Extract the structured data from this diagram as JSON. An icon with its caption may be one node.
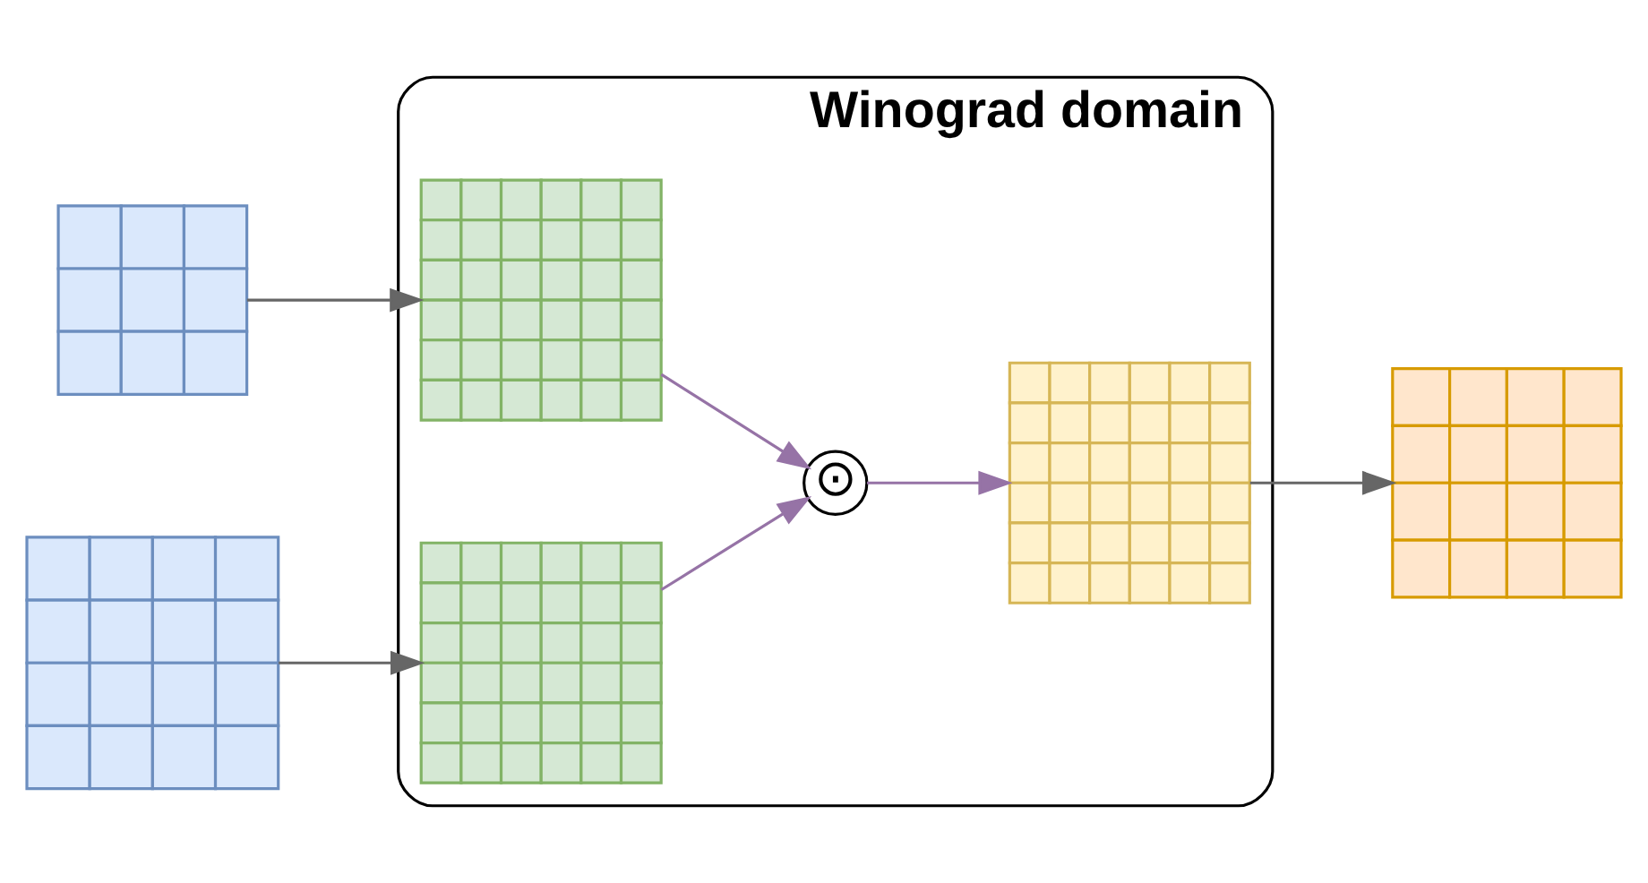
{
  "diagram": {
    "nodes": [
      {
        "text": [
          "Winograd domain"
        ]
      },
      {
        "text": [],
        "shape": "grid"
      },
      {
        "text": [],
        "shape": "grid"
      },
      {
        "text": [],
        "shape": "grid",
        "in": 0
      },
      {
        "text": [],
        "shape": "grid",
        "in": 0
      },
      {
        "text": [
          "⊙"
        ],
        "in": 0
      },
      {
        "text": [],
        "shape": "grid",
        "in": 0
      },
      {
        "text": [],
        "shape": "grid"
      }
    ],
    "edges": [
      {
        "from": 1,
        "to": 3,
        "arrow": "to",
        "color": "#666666"
      },
      {
        "from": 2,
        "to": 4,
        "arrow": "to",
        "color": "#666666"
      },
      {
        "from": 3,
        "to": 5,
        "arrow": "to",
        "color": "#9673a6"
      },
      {
        "from": 4,
        "to": 5,
        "arrow": "to",
        "color": "#9673a6"
      },
      {
        "from": 5,
        "to": 6,
        "arrow": "to",
        "color": "#9673a6"
      },
      {
        "from": 6,
        "to": 7,
        "arrow": "to",
        "color": "#666666"
      }
    ]
  }
}
